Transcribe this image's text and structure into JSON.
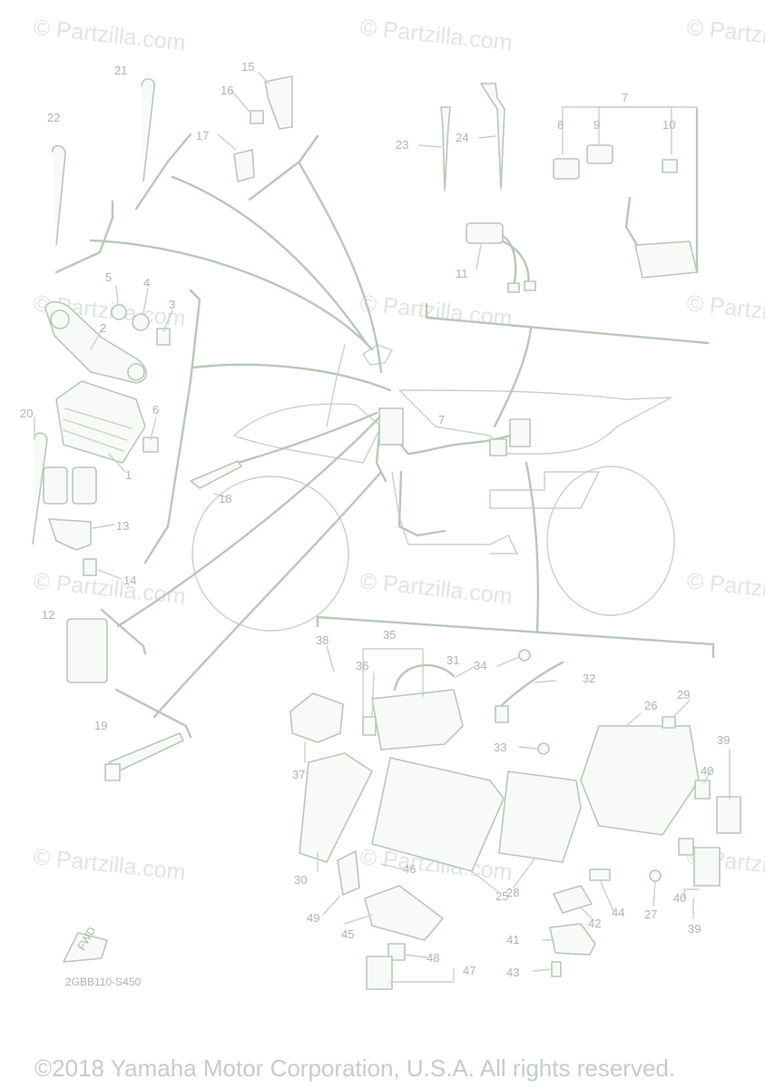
{
  "watermark": {
    "text": "© Partzilla.com"
  },
  "diagram_code": "2GBB110-S450",
  "fwd_label": "FWD",
  "copyright": "©2018 Yamaha Motor Corporation, U.S.A. All rights reserved.",
  "parts": [
    {
      "id": "p1",
      "num": "1"
    },
    {
      "id": "p2",
      "num": "2"
    },
    {
      "id": "p3",
      "num": "3"
    },
    {
      "id": "p4",
      "num": "4"
    },
    {
      "id": "p5",
      "num": "5"
    },
    {
      "id": "p6",
      "num": "6"
    },
    {
      "id": "p7a",
      "num": "7"
    },
    {
      "id": "p7b",
      "num": "7"
    },
    {
      "id": "p8",
      "num": "8"
    },
    {
      "id": "p9",
      "num": "9"
    },
    {
      "id": "p10",
      "num": "10"
    },
    {
      "id": "p11",
      "num": "11"
    },
    {
      "id": "p12",
      "num": "12"
    },
    {
      "id": "p13",
      "num": "13"
    },
    {
      "id": "p14",
      "num": "14"
    },
    {
      "id": "p15",
      "num": "15"
    },
    {
      "id": "p16",
      "num": "16"
    },
    {
      "id": "p17",
      "num": "17"
    },
    {
      "id": "p18",
      "num": "18"
    },
    {
      "id": "p19",
      "num": "19"
    },
    {
      "id": "p20",
      "num": "20"
    },
    {
      "id": "p21",
      "num": "21"
    },
    {
      "id": "p22",
      "num": "22"
    },
    {
      "id": "p23",
      "num": "23"
    },
    {
      "id": "p24",
      "num": "24"
    },
    {
      "id": "p25",
      "num": "25"
    },
    {
      "id": "p26",
      "num": "26"
    },
    {
      "id": "p27",
      "num": "27"
    },
    {
      "id": "p28",
      "num": "28"
    },
    {
      "id": "p29",
      "num": "29"
    },
    {
      "id": "p30",
      "num": "30"
    },
    {
      "id": "p31",
      "num": "31"
    },
    {
      "id": "p32",
      "num": "32"
    },
    {
      "id": "p33",
      "num": "33"
    },
    {
      "id": "p34",
      "num": "34"
    },
    {
      "id": "p35",
      "num": "35"
    },
    {
      "id": "p36",
      "num": "36"
    },
    {
      "id": "p37",
      "num": "37"
    },
    {
      "id": "p38",
      "num": "38"
    },
    {
      "id": "p39a",
      "num": "39"
    },
    {
      "id": "p39b",
      "num": "39"
    },
    {
      "id": "p40a",
      "num": "40"
    },
    {
      "id": "p40b",
      "num": "40"
    },
    {
      "id": "p41",
      "num": "41"
    },
    {
      "id": "p42",
      "num": "42"
    },
    {
      "id": "p43",
      "num": "43"
    },
    {
      "id": "p44",
      "num": "44"
    },
    {
      "id": "p45",
      "num": "45"
    },
    {
      "id": "p46",
      "num": "46"
    },
    {
      "id": "p47",
      "num": "47"
    },
    {
      "id": "p48",
      "num": "48"
    },
    {
      "id": "p49",
      "num": "49"
    }
  ]
}
